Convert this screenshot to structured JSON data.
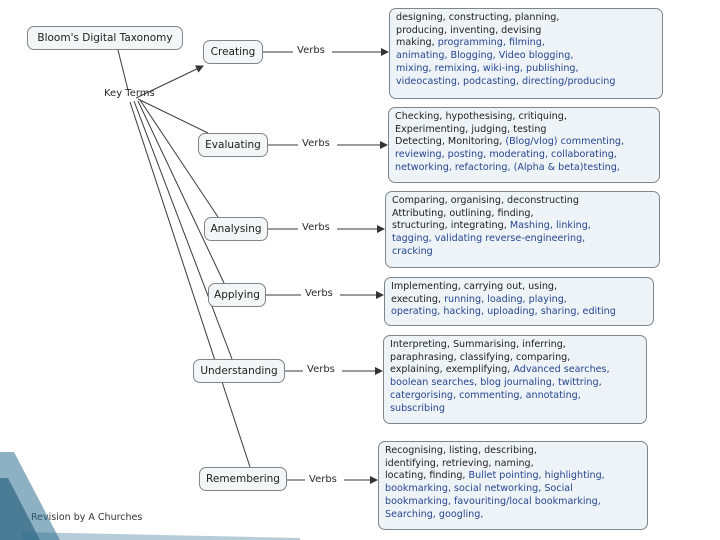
{
  "diagram": {
    "title": "Bloom's Digital Taxonomy",
    "key_terms_label": "Key Terms",
    "verbs_label": "Verbs",
    "credit": "Revision by A Churches",
    "colors": {
      "traditional_verb": "#1f1f1f",
      "digital_verb": "#26468f",
      "node_border": "#7d868c",
      "box_fill": "#eef3f8",
      "accent": "#1f6f8b"
    },
    "levels": [
      {
        "name": "Creating",
        "verbs": [
          {
            "t": "designing, constructing, planning, ",
            "d": false
          },
          {
            "t": "producing, inventing, devising ",
            "d": false
          },
          {
            "t": "making, ",
            "d": false
          },
          {
            "t": "programming, filming, ",
            "d": true
          },
          {
            "t": "animating, Blogging, Video blogging, ",
            "d": true
          },
          {
            "t": "mixing, remixing, wiki-ing, publishing, ",
            "d": true
          },
          {
            "t": "videocasting, podcasting, directing/producing",
            "d": true
          }
        ]
      },
      {
        "name": "Evaluating",
        "verbs": [
          {
            "t": "Checking, hypothesising, critiquing, ",
            "d": false
          },
          {
            "t": "Experimenting, judging, testing ",
            "d": false
          },
          {
            "t": "Detecting, Monitoring, ",
            "d": false
          },
          {
            "t": "(Blog/vlog) commenting, ",
            "d": true
          },
          {
            "t": "reviewing, posting, moderating, collaborating, ",
            "d": true
          },
          {
            "t": "networking, refactoring, (Alpha & beta)testing,",
            "d": true
          }
        ]
      },
      {
        "name": "Analysing",
        "verbs": [
          {
            "t": "Comparing, organising, deconstructing ",
            "d": false
          },
          {
            "t": "Attributing, outlining, finding, ",
            "d": false
          },
          {
            "t": "structuring, integrating, ",
            "d": false
          },
          {
            "t": "Mashing, linking, ",
            "d": true
          },
          {
            "t": "tagging, validating reverse-engineering, ",
            "d": true
          },
          {
            "t": "cracking",
            "d": true
          }
        ]
      },
      {
        "name": "Applying",
        "verbs": [
          {
            "t": "Implementing, carrying out, using, ",
            "d": false
          },
          {
            "t": "executing, ",
            "d": false
          },
          {
            "t": "running, loading, playing, ",
            "d": true
          },
          {
            "t": "operating, hacking, uploading, sharing, editing",
            "d": true
          }
        ]
      },
      {
        "name": "Understanding",
        "verbs": [
          {
            "t": "Interpreting, Summarising, inferring, ",
            "d": false
          },
          {
            "t": "paraphrasing, classifying, comparing, ",
            "d": false
          },
          {
            "t": "explaining, exemplifying, ",
            "d": false
          },
          {
            "t": "Advanced searches, ",
            "d": true
          },
          {
            "t": "boolean searches, blog journaling, twittring, ",
            "d": true
          },
          {
            "t": "catergorising, commenting, annotating, ",
            "d": true
          },
          {
            "t": "subscribing",
            "d": true
          }
        ]
      },
      {
        "name": "Remembering",
        "verbs": [
          {
            "t": "Recognising, listing, describing, ",
            "d": false
          },
          {
            "t": "identifying, retrieving, naming, ",
            "d": false
          },
          {
            "t": "locating, finding, ",
            "d": false
          },
          {
            "t": "Bullet pointing, highlighting, ",
            "d": true
          },
          {
            "t": "bookmarking, social networking, Social ",
            "d": true
          },
          {
            "t": "bookmarking, favouriting/local bookmarking, ",
            "d": true
          },
          {
            "t": "Searching, googling,",
            "d": true
          }
        ]
      }
    ]
  }
}
